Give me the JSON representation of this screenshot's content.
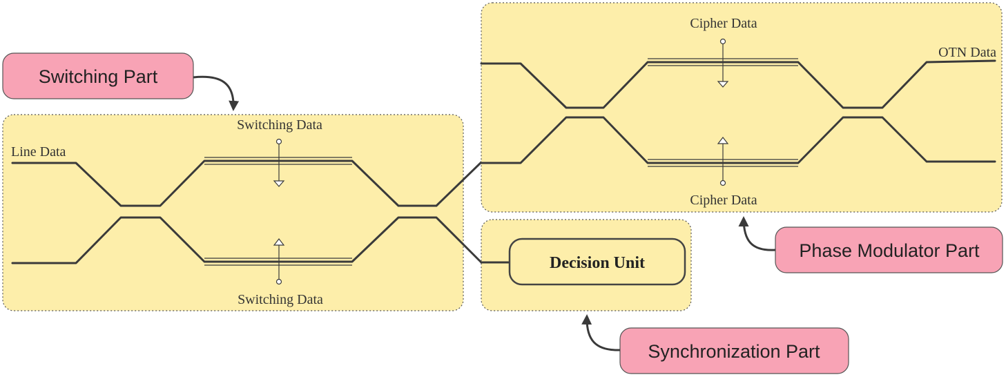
{
  "regions": {
    "switching": {
      "label_top": "Switching Data",
      "label_bottom": "Switching Data",
      "input_label": "Line Data"
    },
    "phase_modulator": {
      "label_top": "Cipher Data",
      "label_bottom": "Cipher Data",
      "output_label": "OTN Data"
    },
    "synchronization": {
      "unit_label": "Decision Unit"
    }
  },
  "callouts": {
    "switching": "Switching Part",
    "phase_modulator": "Phase Modulator Part",
    "synchronization": "Synchronization Part"
  },
  "colors": {
    "region_fill": "#fdeeaa",
    "callout_fill": "#f8a3b5",
    "waveguide": "#3a3a3a"
  }
}
